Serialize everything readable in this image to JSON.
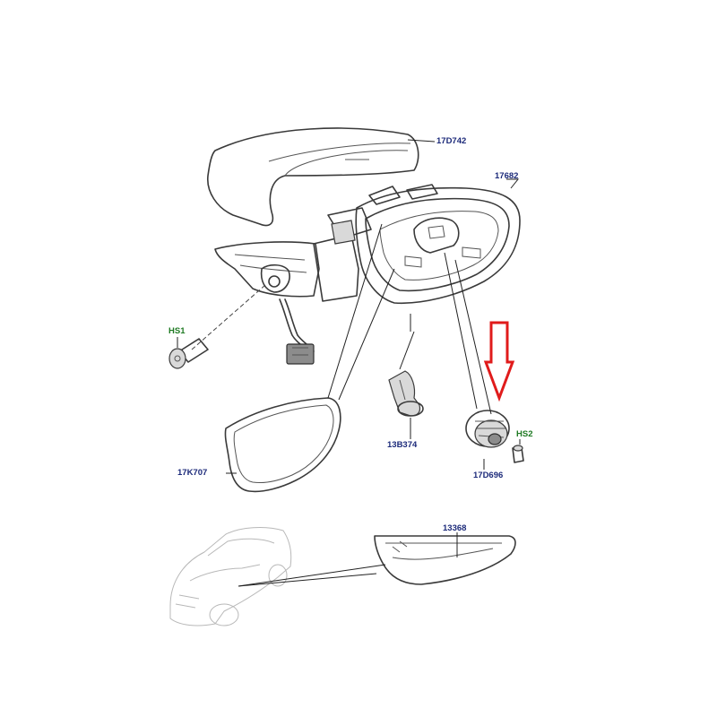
{
  "parts": {
    "cover": "17D742",
    "housing": "17682",
    "screw_1": "HS1",
    "glass": "17K707",
    "bracket": "13B374",
    "motor": "17D696",
    "screw_2": "HS2",
    "indicator": "13368"
  },
  "colors": {
    "part_label": "#1c2a7a",
    "fastener_label": "#1f7a23",
    "highlight_arrow": "#e01b1b"
  }
}
